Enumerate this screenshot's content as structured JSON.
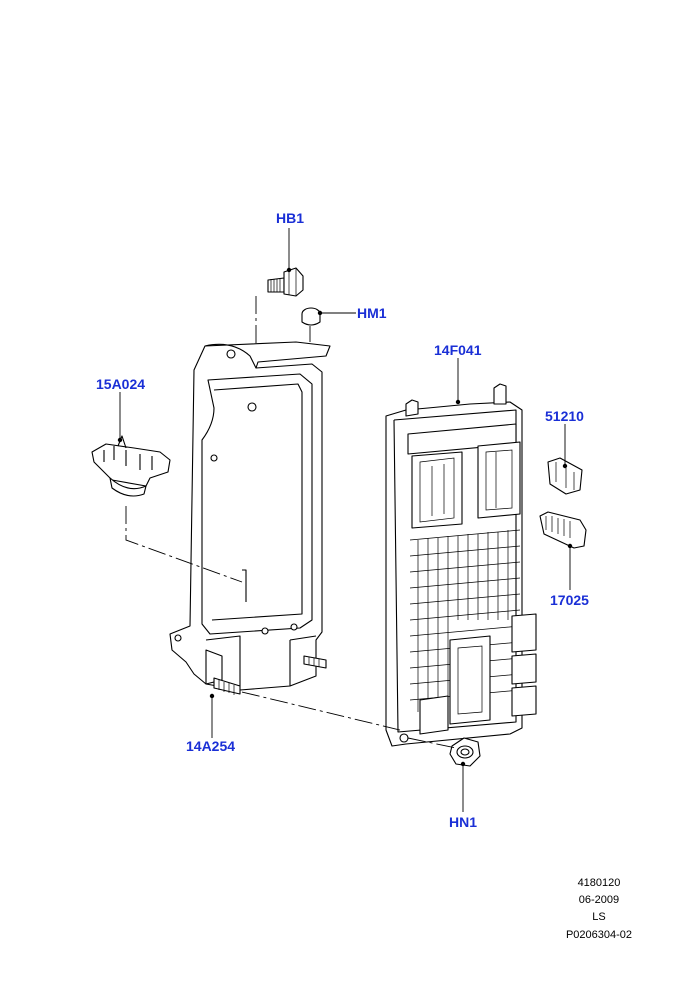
{
  "callouts": {
    "hb1": "HB1",
    "hm1": "HM1",
    "c14f041": "14F041",
    "c15a024": "15A024",
    "c51210": "51210",
    "c17025": "17025",
    "c14a254": "14A254",
    "hn1": "HN1"
  },
  "meta": {
    "line1": "4180120",
    "line2": "06-2009",
    "line3": "LS",
    "line4": "P0206304-02"
  },
  "colors": {
    "callout_text": "#1a2fd6",
    "line_art": "#000000",
    "background": "#ffffff"
  }
}
